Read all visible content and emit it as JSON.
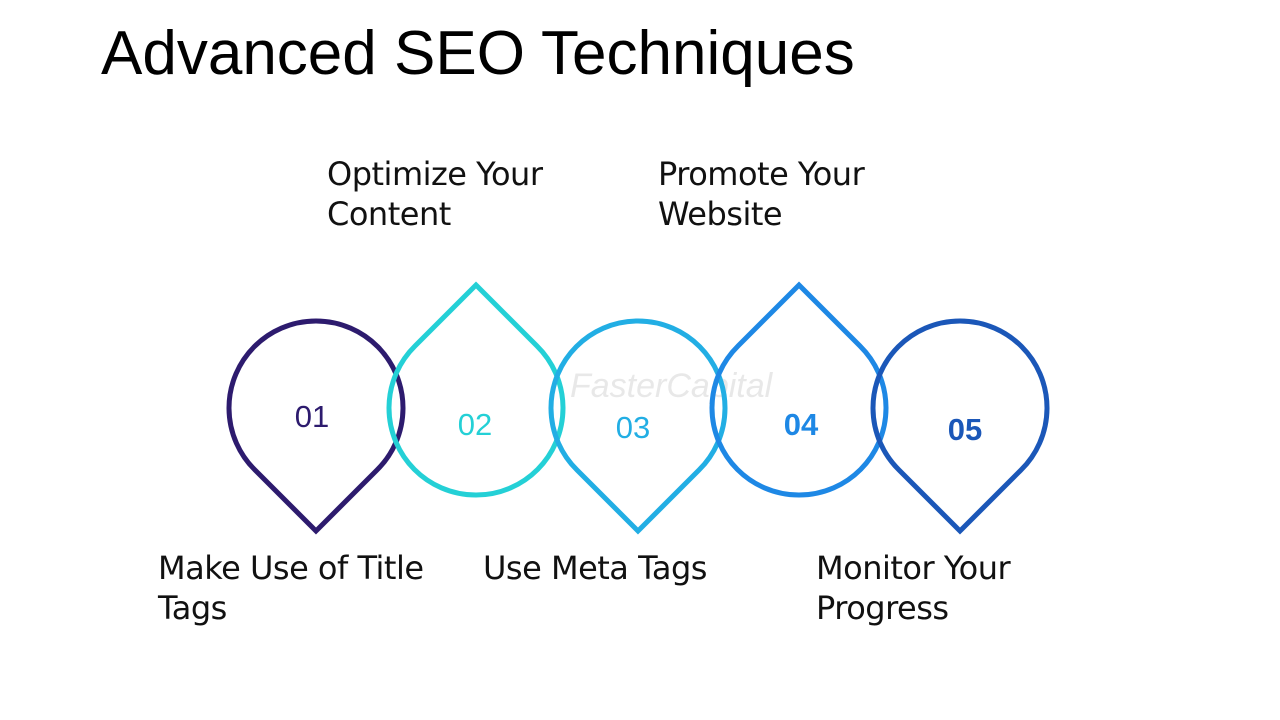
{
  "title": "Advanced SEO Techniques",
  "steps": [
    {
      "number": "01",
      "label_lines": [
        "Make Use of Title",
        "Tags"
      ],
      "color": "#2d1b6e"
    },
    {
      "number": "02",
      "label_lines": [
        "Optimize Your",
        "Content"
      ],
      "color": "#24d0d6"
    },
    {
      "number": "03",
      "label_lines": [
        "Use Meta Tags"
      ],
      "color": "#22aee4"
    },
    {
      "number": "04",
      "label_lines": [
        "Promote Your",
        "Website"
      ],
      "color": "#1e88e5"
    },
    {
      "number": "05",
      "label_lines": [
        "Monitor Your",
        "Progress"
      ],
      "color": "#1b57b8"
    }
  ],
  "watermark": "FasterCapital"
}
